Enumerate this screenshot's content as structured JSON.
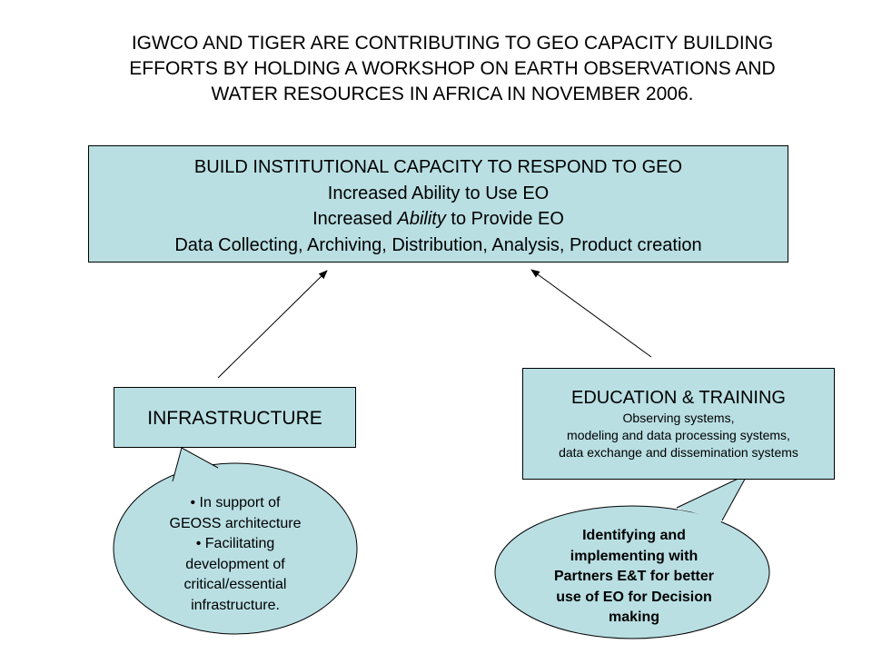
{
  "title_lines": [
    "IGWCO AND TIGER ARE CONTRIBUTING TO GEO CAPACITY BUILDING",
    "EFFORTS BY HOLDING A WORKSHOP ON EARTH OBSERVATIONS AND",
    "WATER RESOURCES IN AFRICA IN NOVEMBER 2006."
  ],
  "top_box": {
    "line1": "BUILD INSTITUTIONAL CAPACITY TO RESPOND TO GEO",
    "line2": "Increased Ability to Use EO",
    "line3_pre": "Increased ",
    "line3_italic": "Ability",
    "line3_post": " to Provide EO",
    "line4": "Data Collecting, Archiving, Distribution, Analysis, Product creation"
  },
  "infrastructure": {
    "label": "INFRASTRUCTURE",
    "bubble_lines": [
      "• In support of",
      "GEOSS architecture",
      "• Facilitating",
      "development of",
      "critical/essential",
      "infrastructure."
    ]
  },
  "education": {
    "label": "EDUCATION & TRAINING",
    "sub_lines": [
      "Observing systems,",
      "modeling and data processing systems,",
      "data exchange and dissemination systems"
    ],
    "bubble_lines": [
      "Identifying and",
      "implementing with",
      "Partners E&T for better",
      "use of EO for Decision",
      "making"
    ]
  },
  "colors": {
    "fill": "#b9dfe3",
    "stroke": "#000000"
  }
}
